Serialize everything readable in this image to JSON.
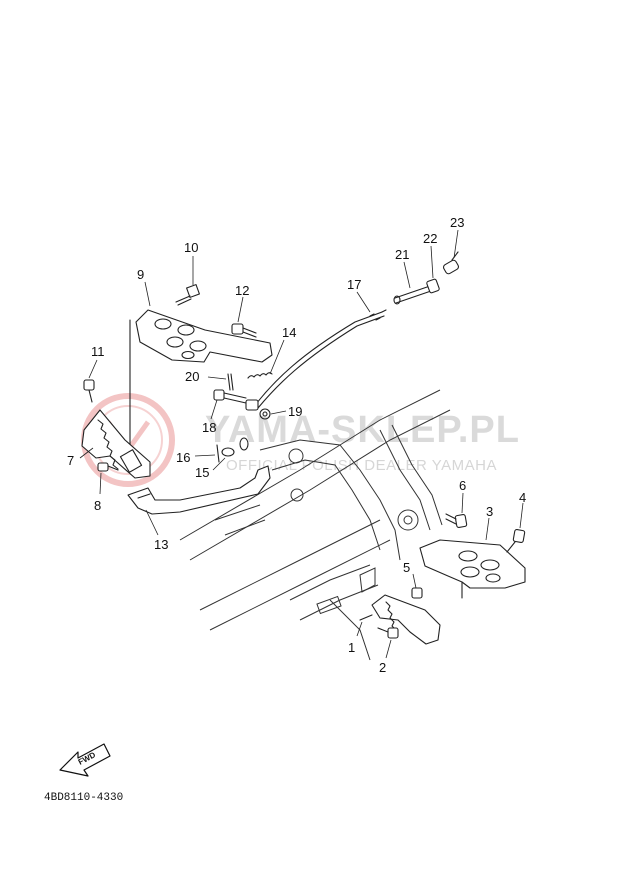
{
  "diagram": {
    "callouts": [
      "1",
      "2",
      "3",
      "4",
      "5",
      "6",
      "7",
      "8",
      "9",
      "10",
      "11",
      "12",
      "13",
      "14",
      "15",
      "16",
      "17",
      "18",
      "19",
      "20",
      "21",
      "22",
      "23"
    ],
    "fwd_label": "FWD",
    "drawing_code": "4BD8110-4330"
  },
  "watermark": {
    "main": "YAMA-SKLEP.PL",
    "sub": "OFFICIAL POLISH DEALER YAMAHA",
    "color": "#f2b6b6"
  }
}
